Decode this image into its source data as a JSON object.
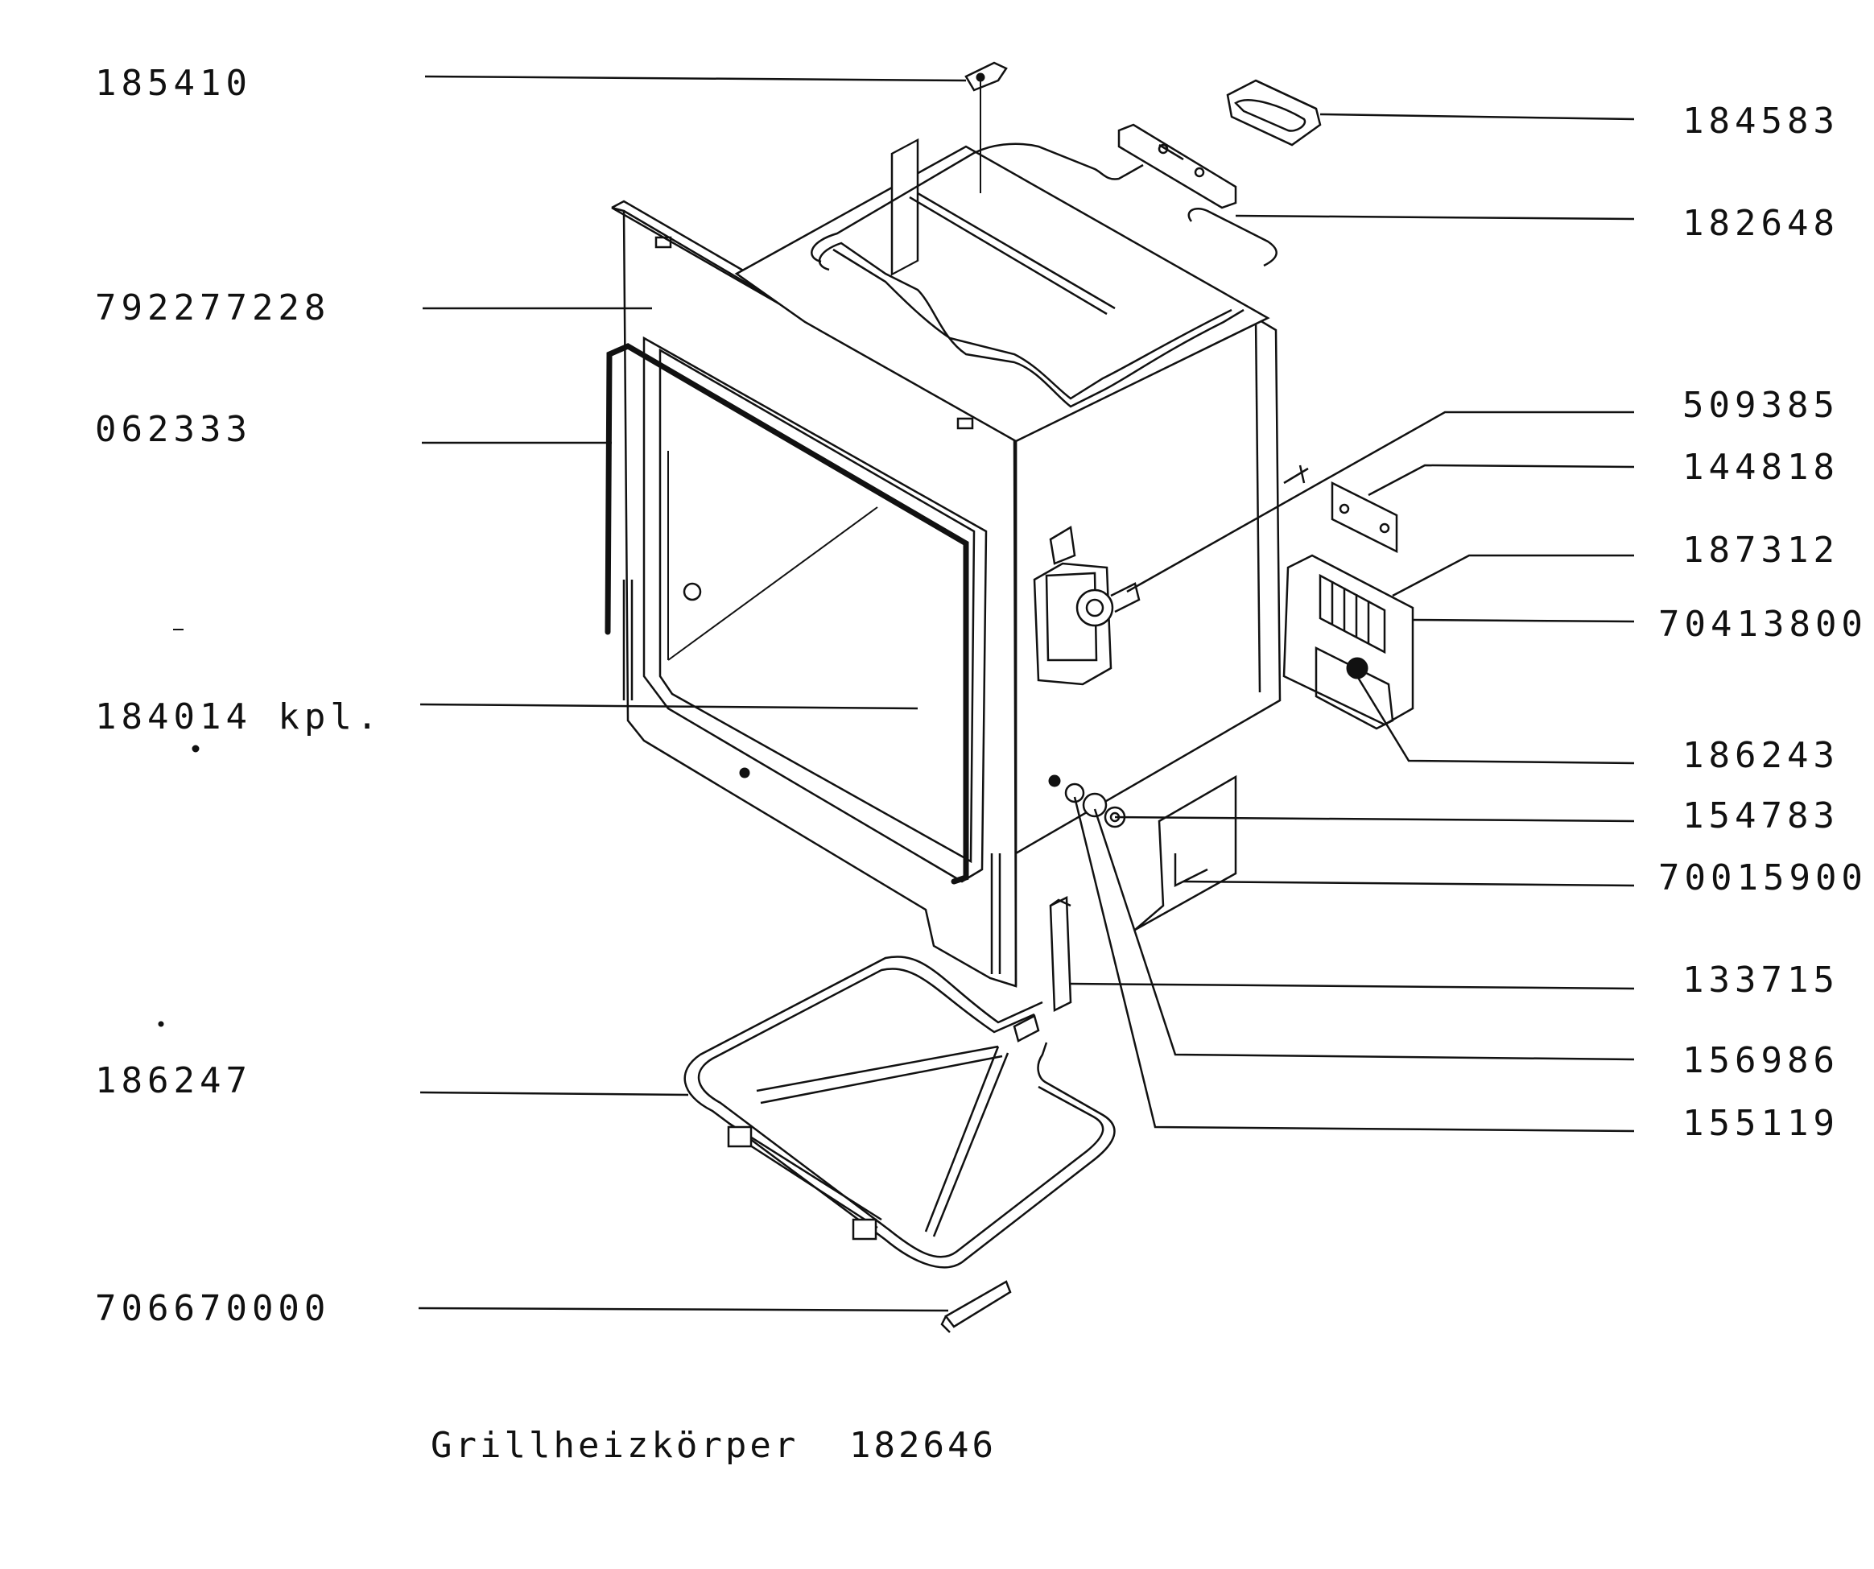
{
  "callouts": {
    "p185410": "185410",
    "p792277228": "792277228",
    "p062333": "062333",
    "p184014": "184014 kpl.",
    "p186247": "186247",
    "p706670000": "706670000",
    "p184583": "184583",
    "p182648": "182648",
    "p509385": "509385",
    "p144818": "144818",
    "p187312": "187312",
    "p70413800": "70413800",
    "p186243": "186243",
    "p154783": "154783",
    "p70015900": "70015900",
    "p133715": "133715",
    "p156986": "156986",
    "p155119": "155119"
  },
  "caption": {
    "name": "Grillheizkörper",
    "number": "182646"
  }
}
